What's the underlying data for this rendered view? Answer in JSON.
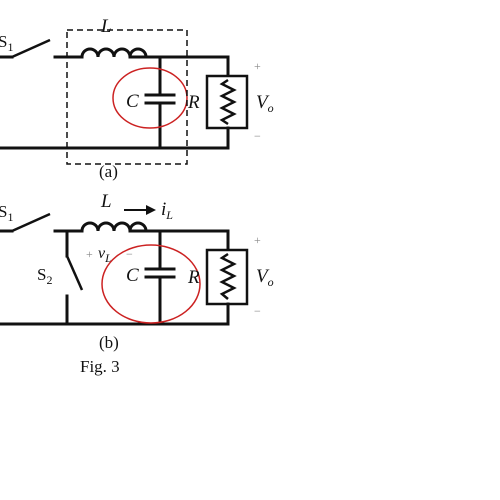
{
  "circuit_a": {
    "switch_label": "S",
    "switch_sub": "1",
    "inductor_label": "L",
    "capacitor_label": "C",
    "resistor_label": "R",
    "vout_label": "V",
    "vout_sub": "o",
    "plus": "+",
    "minus": "−",
    "caption": "(a)"
  },
  "circuit_b": {
    "switch1_label": "S",
    "switch1_sub": "1",
    "switch2_label": "S",
    "switch2_sub": "2",
    "inductor_label": "L",
    "current_label": "i",
    "current_sub": "L",
    "vl_plus": "+",
    "vl_label": "v",
    "vl_sub": "L",
    "vl_minus": "−",
    "capacitor_label": "C",
    "resistor_label": "R",
    "vout_label": "V",
    "vout_sub": "o",
    "plus": "+",
    "minus": "−",
    "caption": "(b)"
  },
  "figure_caption": "Fig. 3",
  "colors": {
    "wire": "#111111",
    "highlight_circle": "#cc2222",
    "dashed_box": "#111111"
  }
}
